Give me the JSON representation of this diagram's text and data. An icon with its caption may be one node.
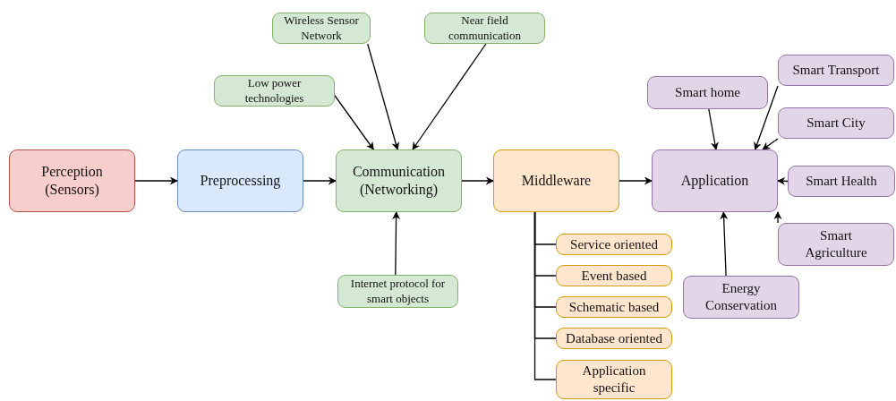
{
  "diagram": {
    "nodes": [
      {
        "text": [
          "Perception (Sensors)"
        ]
      },
      {
        "text": [
          "Preprocessing"
        ]
      },
      {
        "text": [
          "Communication (Networking)"
        ]
      },
      {
        "text": [
          "Middleware"
        ]
      },
      {
        "text": [
          "Application"
        ]
      },
      {
        "text": [
          "Wireless Sensor Network"
        ]
      },
      {
        "text": [
          "Near field communication"
        ]
      },
      {
        "text": [
          "Low power technologies"
        ]
      },
      {
        "text": [
          "Internet protocol for smart objects"
        ]
      },
      {
        "text": [
          "Service oriented"
        ]
      },
      {
        "text": [
          "Event based"
        ]
      },
      {
        "text": [
          "Schematic based"
        ]
      },
      {
        "text": [
          "Database oriented"
        ]
      },
      {
        "text": [
          "Application specific"
        ]
      },
      {
        "text": [
          "Smart home"
        ]
      },
      {
        "text": [
          "Smart Transport"
        ]
      },
      {
        "text": [
          "Smart City"
        ]
      },
      {
        "text": [
          "Smart Health"
        ]
      },
      {
        "text": [
          "Smart Agriculture"
        ]
      },
      {
        "text": [
          "Energy Conservation"
        ]
      }
    ],
    "edges": [
      {
        "from": 0,
        "to": 1,
        "arrow": "to"
      },
      {
        "from": 1,
        "to": 2,
        "arrow": "to"
      },
      {
        "from": 2,
        "to": 3,
        "arrow": "to"
      },
      {
        "from": 3,
        "to": 4,
        "arrow": "to"
      },
      {
        "from": 7,
        "to": 2,
        "arrow": "to"
      },
      {
        "from": 5,
        "to": 2,
        "arrow": "to"
      },
      {
        "from": 6,
        "to": 2,
        "arrow": "to"
      },
      {
        "from": 8,
        "to": 2,
        "arrow": "to"
      },
      {
        "from": 3,
        "to": 9,
        "arrow": "none"
      },
      {
        "from": 3,
        "to": 10,
        "arrow": "none"
      },
      {
        "from": 3,
        "to": 11,
        "arrow": "none"
      },
      {
        "from": 3,
        "to": 12,
        "arrow": "none"
      },
      {
        "from": 3,
        "to": 13,
        "arrow": "none"
      },
      {
        "from": 14,
        "to": 4,
        "arrow": "to"
      },
      {
        "from": 15,
        "to": 4,
        "arrow": "to"
      },
      {
        "from": 16,
        "to": 4,
        "arrow": "to"
      },
      {
        "from": 17,
        "to": 4,
        "arrow": "to"
      },
      {
        "from": 18,
        "to": 4,
        "arrow": "to"
      },
      {
        "from": 19,
        "to": 4,
        "arrow": "to"
      }
    ]
  }
}
